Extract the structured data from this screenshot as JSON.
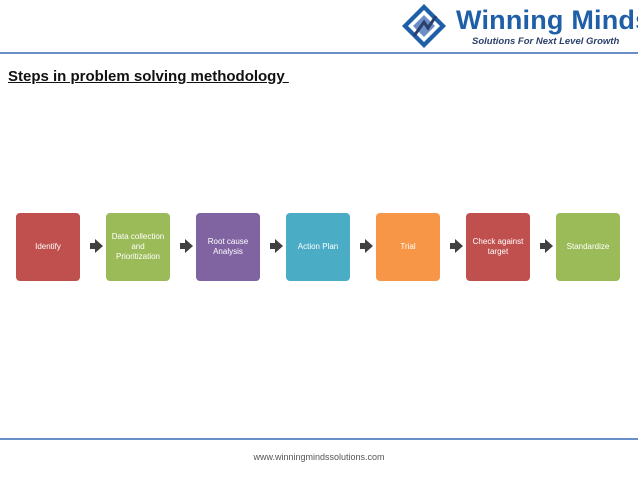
{
  "brand": {
    "name": "Winning Minds",
    "tagline": "Solutions For Next Level Growth"
  },
  "page": {
    "title": "Steps in problem solving methodology "
  },
  "steps": [
    {
      "label": "Identify",
      "color": "#c0504d"
    },
    {
      "label": "Data collection\nand\nPrioritization",
      "color": "#9bbb59"
    },
    {
      "label": "Root cause\nAnalysis",
      "color": "#8064a2"
    },
    {
      "label": "Action Plan",
      "color": "#4bacc6"
    },
    {
      "label": "Trial",
      "color": "#f79646"
    },
    {
      "label": "Check against\ntarget",
      "color": "#c0504d"
    },
    {
      "label": "Standardize",
      "color": "#9bbb59"
    }
  ],
  "footer": {
    "url": "www.winningmindssolutions.com"
  }
}
